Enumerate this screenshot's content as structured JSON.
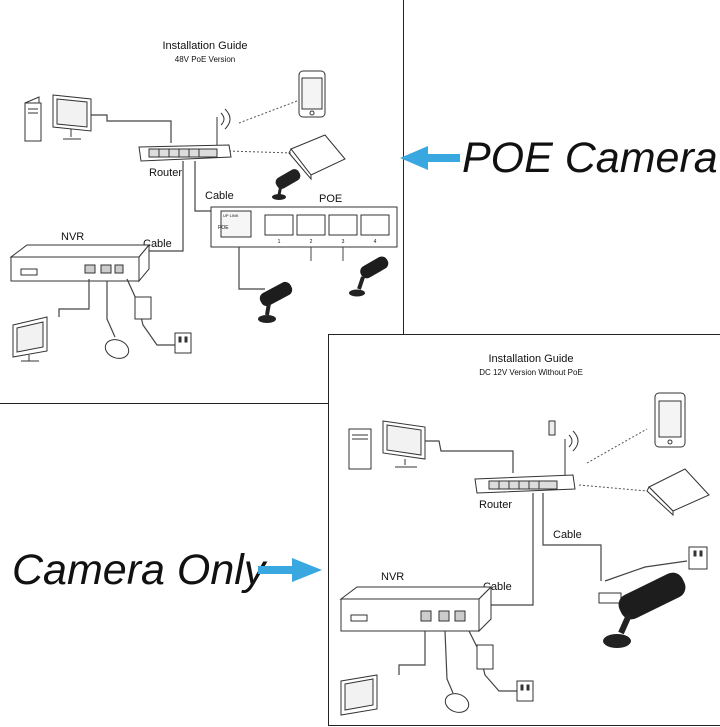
{
  "top": {
    "title": "Installation Guide",
    "subtitle": "48V PoE Version",
    "router_label": "Router",
    "cable1_label": "Cable",
    "cable2_label": "Cable",
    "nvr_label": "NVR",
    "poe_label": "POE",
    "switch_uplink": "UP LINK",
    "switch_poe": "POE",
    "ports": [
      "1",
      "2",
      "3",
      "4"
    ]
  },
  "bottom": {
    "title": "Installation Guide",
    "subtitle": "DC 12V Version Without PoE",
    "router_label": "Router",
    "cable1_label": "Cable",
    "cable2_label": "Cable",
    "nvr_label": "NVR"
  },
  "callouts": {
    "poe_camera": "POE Camera",
    "camera_only": "Camera Only",
    "arrow_color": "#3aa8e0"
  }
}
